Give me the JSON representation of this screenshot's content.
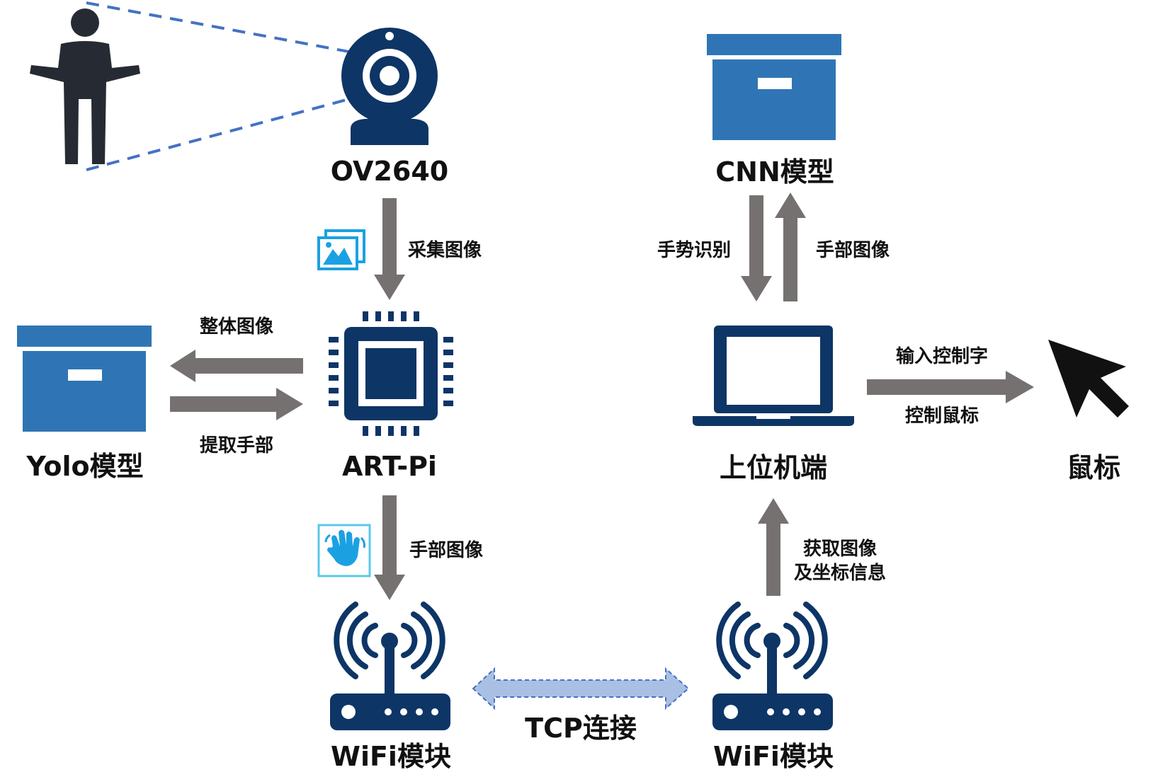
{
  "colors": {
    "navy": "#0d3566",
    "blue_box": "#2f75b5",
    "arrow_gray": "#767171",
    "dashed_blue": "#4472c4",
    "tcp_fill": "#a9bfe4",
    "icon_cyan": "#1ba1e2",
    "person": "#262b33"
  },
  "nodes": {
    "camera": "OV2640",
    "mcu": "ART-Pi",
    "yolo": "Yolo模型",
    "cnn": "CNN模型",
    "pc": "上位机端",
    "mouse": "鼠标",
    "wifi_left": "WiFi模块",
    "wifi_right": "WiFi模块"
  },
  "edges": {
    "capture": "采集图像",
    "whole_image": "整体图像",
    "extract_hand": "提取手部",
    "hand_image_down": "手部图像",
    "tcp": "TCP连接",
    "get_image_1": "获取图像",
    "get_image_2": "及坐标信息",
    "gesture_recognition": "手势识别",
    "hand_image_up": "手部图像",
    "input_control_1": "输入控制字",
    "input_control_2": "控制鼠标"
  },
  "icons": [
    "person-icon",
    "webcam-icon",
    "image-icon",
    "chip-icon",
    "storage-box-icon",
    "hand-wave-icon",
    "wifi-router-icon",
    "laptop-icon",
    "mouse-cursor-icon"
  ]
}
